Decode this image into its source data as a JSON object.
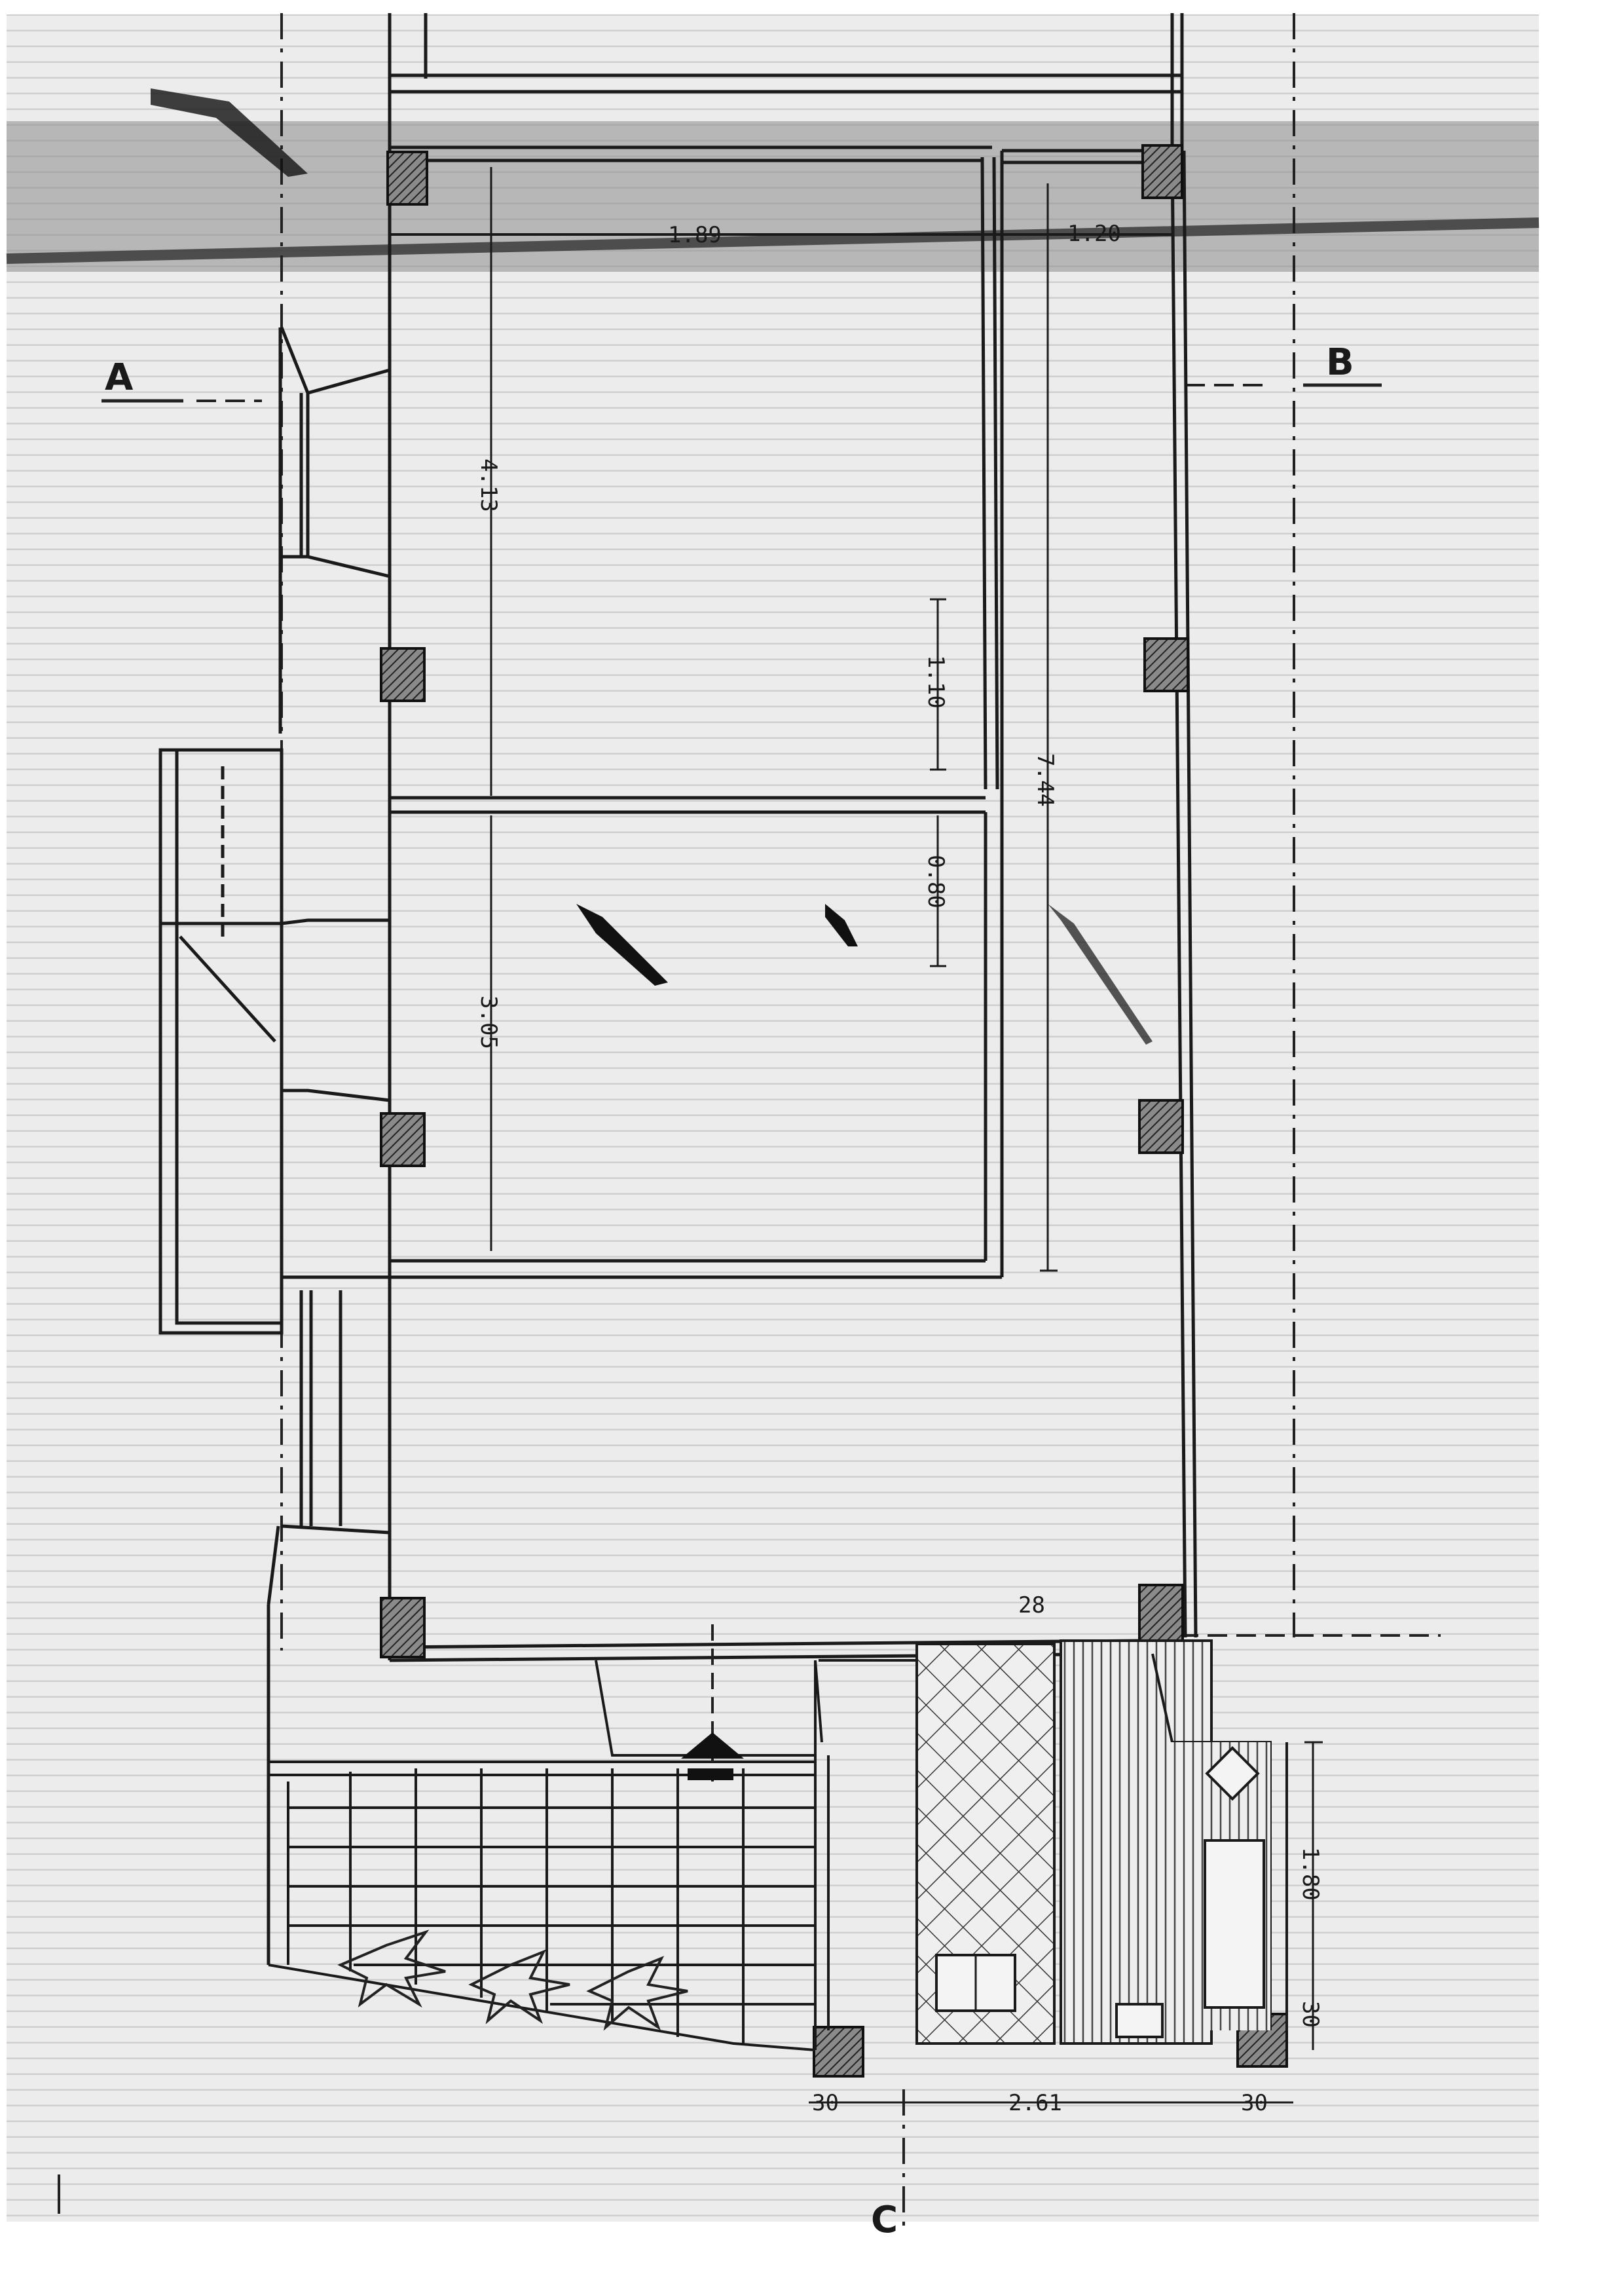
{
  "drawing": {
    "section_marks": {
      "left": "A",
      "right": "B",
      "bottom": "C"
    },
    "dimensions": {
      "top_left_width": "1.89",
      "top_right_width": "1.20",
      "room1_depth": "4.13",
      "room2_depth": "3.05",
      "right_inner_1": "1.10",
      "right_inner_2": "0.80",
      "right_corridor_length": "7.44",
      "wall_stub": "28",
      "bath_length": "1.80",
      "bath_wall": "30",
      "bottom_wall_left": "30",
      "bottom_span": "2.61",
      "bottom_wall_right": "30"
    },
    "colors": {
      "line": "#1a1a1a",
      "paper": "#e9e9e9",
      "hatch": "#3a3a3a"
    }
  }
}
